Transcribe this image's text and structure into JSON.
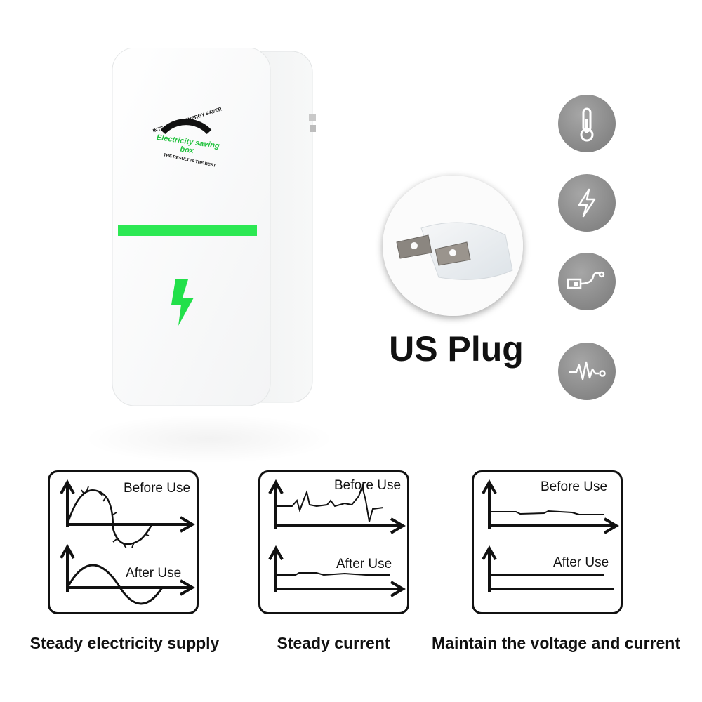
{
  "device": {
    "badge_top": "INTELLIGENT ENERGY SAVER",
    "badge_middle": "Electricity saving box",
    "badge_bottom": "THE RESULT IS THE BEST"
  },
  "plug": {
    "label": "US Plug"
  },
  "features": [
    {
      "icon": "thermometer-icon"
    },
    {
      "icon": "lightning-icon"
    },
    {
      "icon": "usb-cable-icon"
    },
    {
      "icon": "waveform-icon"
    }
  ],
  "panels": [
    {
      "before": "Before Use",
      "after": "After Use",
      "caption": "Steady electricity supply"
    },
    {
      "before": "Before Use",
      "after": "After Use",
      "caption": "Steady current"
    },
    {
      "before": "Before Use",
      "after": "After Use",
      "caption": "Maintain the voltage and current"
    }
  ],
  "colors": {
    "accent_green": "#22e04a",
    "icon_gray": "#8a8a8a",
    "ink": "#111111"
  }
}
